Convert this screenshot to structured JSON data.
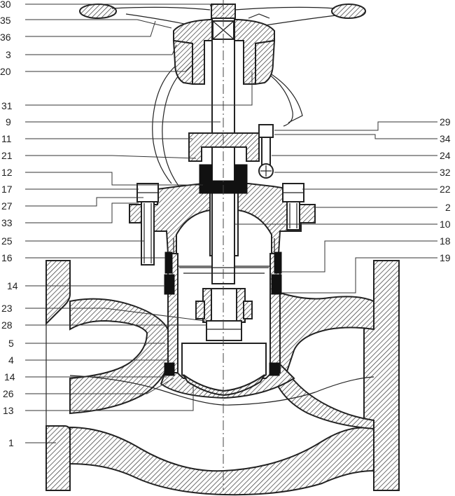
{
  "diagram": {
    "labels_left": [
      {
        "id": "30",
        "text": "30"
      },
      {
        "id": "35",
        "text": "35"
      },
      {
        "id": "36",
        "text": "36"
      },
      {
        "id": "3",
        "text": "3"
      },
      {
        "id": "20",
        "text": "20"
      },
      {
        "id": "31",
        "text": "31"
      },
      {
        "id": "9",
        "text": "9"
      },
      {
        "id": "11",
        "text": "11"
      },
      {
        "id": "21",
        "text": "21"
      },
      {
        "id": "12",
        "text": "12"
      },
      {
        "id": "17",
        "text": "17"
      },
      {
        "id": "27",
        "text": "27"
      },
      {
        "id": "33",
        "text": "33"
      },
      {
        "id": "25",
        "text": "25"
      },
      {
        "id": "16",
        "text": "16"
      },
      {
        "id": "14a",
        "text": "14"
      },
      {
        "id": "23",
        "text": "23"
      },
      {
        "id": "28",
        "text": "28"
      },
      {
        "id": "5",
        "text": "5"
      },
      {
        "id": "4",
        "text": "4"
      },
      {
        "id": "14b",
        "text": "14"
      },
      {
        "id": "26",
        "text": "26"
      },
      {
        "id": "13",
        "text": "13"
      },
      {
        "id": "1",
        "text": "1"
      }
    ],
    "labels_right": [
      {
        "id": "29",
        "text": "29"
      },
      {
        "id": "34",
        "text": "34"
      },
      {
        "id": "24",
        "text": "24"
      },
      {
        "id": "32",
        "text": "32"
      },
      {
        "id": "22",
        "text": "22"
      },
      {
        "id": "2",
        "text": "2"
      },
      {
        "id": "10",
        "text": "10"
      },
      {
        "id": "18",
        "text": "18"
      },
      {
        "id": "19",
        "text": "19"
      }
    ]
  }
}
